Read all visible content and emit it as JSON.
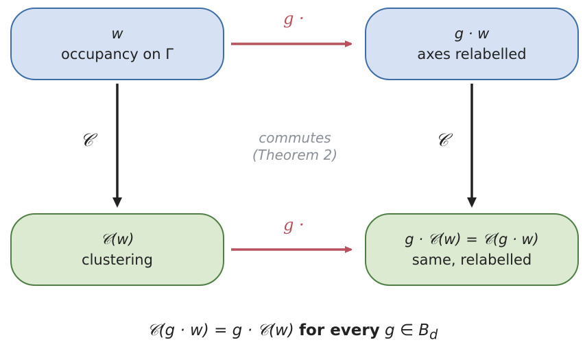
{
  "nodes": {
    "top_left": {
      "math": "w",
      "label": "occupancy on Γ"
    },
    "top_right": {
      "math": "g · w",
      "label": "axes relabelled"
    },
    "bottom_left": {
      "math": "𝒞(w)",
      "label": "clustering"
    },
    "bottom_right": {
      "math": "g · 𝒞(w) = 𝒞(g · w)",
      "label": "same, relabelled"
    }
  },
  "edges": {
    "top": "g ·",
    "bottom": "g ·",
    "left": "𝒞",
    "right": "𝒞"
  },
  "center_note": {
    "line1": "commutes",
    "line2": "(Theorem 2)"
  },
  "footer": {
    "lhs": "𝒞(g · w) = g · 𝒞(w)",
    "bold": "for every",
    "rhs": "g ∈ B",
    "subscript": "d"
  },
  "colors": {
    "blue_fill": "#d6e2f3",
    "blue_border": "#3f6ea6",
    "green_fill": "#dcead2",
    "green_border": "#4f7f45",
    "red_arrow": "#b9505d",
    "dark_arrow": "#222222",
    "note_gray": "#8a9098"
  }
}
